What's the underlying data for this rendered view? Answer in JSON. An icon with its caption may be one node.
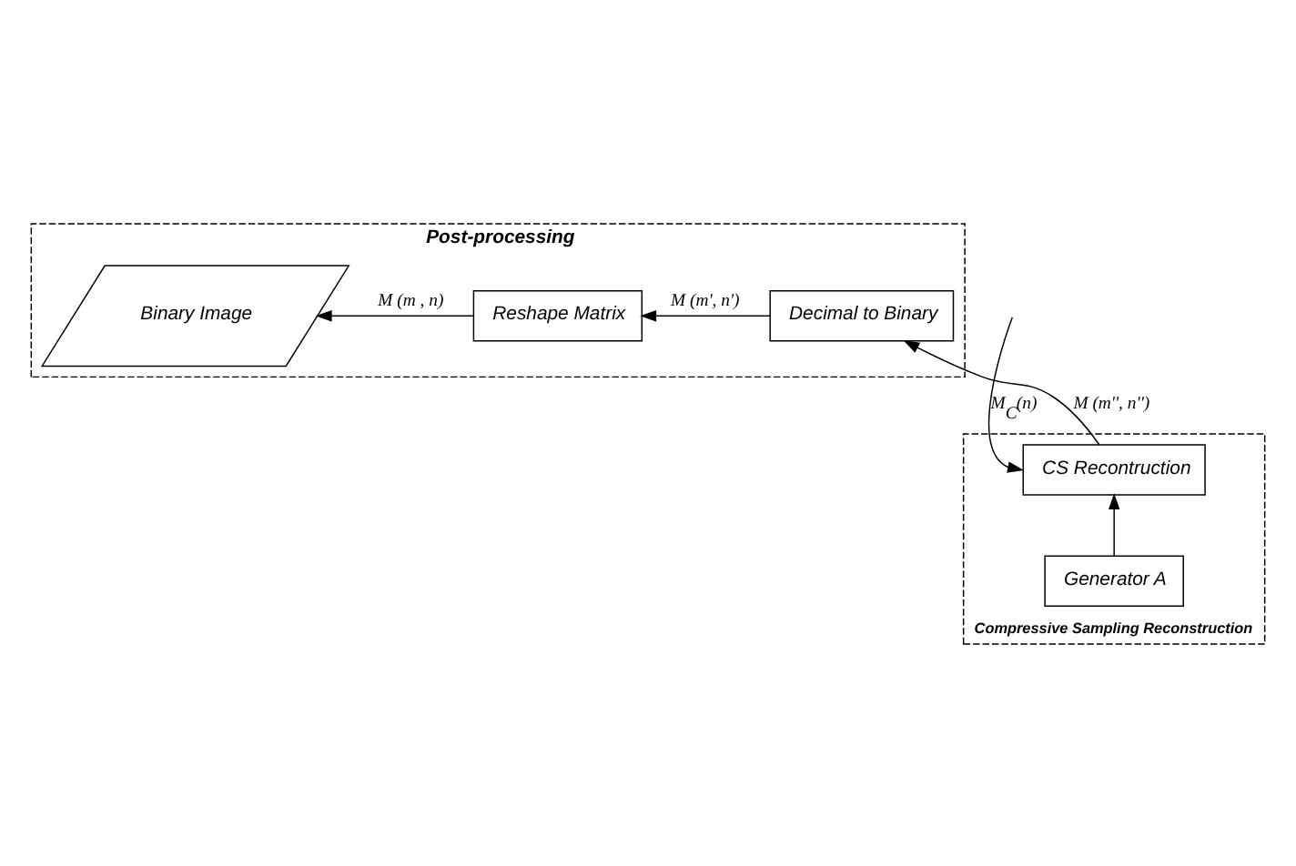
{
  "diagram": {
    "nodes": [
      {
        "text": [
          "Post-processing"
        ]
      },
      {
        "text": [
          "Binary Image"
        ],
        "in": 0
      },
      {
        "text": [
          "Reshape Matrix"
        ],
        "in": 0
      },
      {
        "text": [
          "Decimal to Binary"
        ],
        "in": 0
      },
      {
        "text": [
          "Compressive Sampling Reconstruction"
        ]
      },
      {
        "text": [
          "CS Recontruction"
        ],
        "in": 4
      },
      {
        "text": [
          "Generator A"
        ],
        "in": 4
      }
    ],
    "edges": [
      {
        "from": 3,
        "to": 2,
        "arrow": "to",
        "label": "M (m', n')"
      },
      {
        "from": 2,
        "to": 1,
        "arrow": "to",
        "label": "M (m , n)"
      },
      {
        "from": 5,
        "to": 3,
        "arrow": "to",
        "label": "M (m'', n'')"
      },
      {
        "from": null,
        "to": 5,
        "arrow": "to",
        "label": "M$_{C}$(n)"
      },
      {
        "from": 6,
        "to": 5,
        "arrow": "to"
      }
    ]
  }
}
